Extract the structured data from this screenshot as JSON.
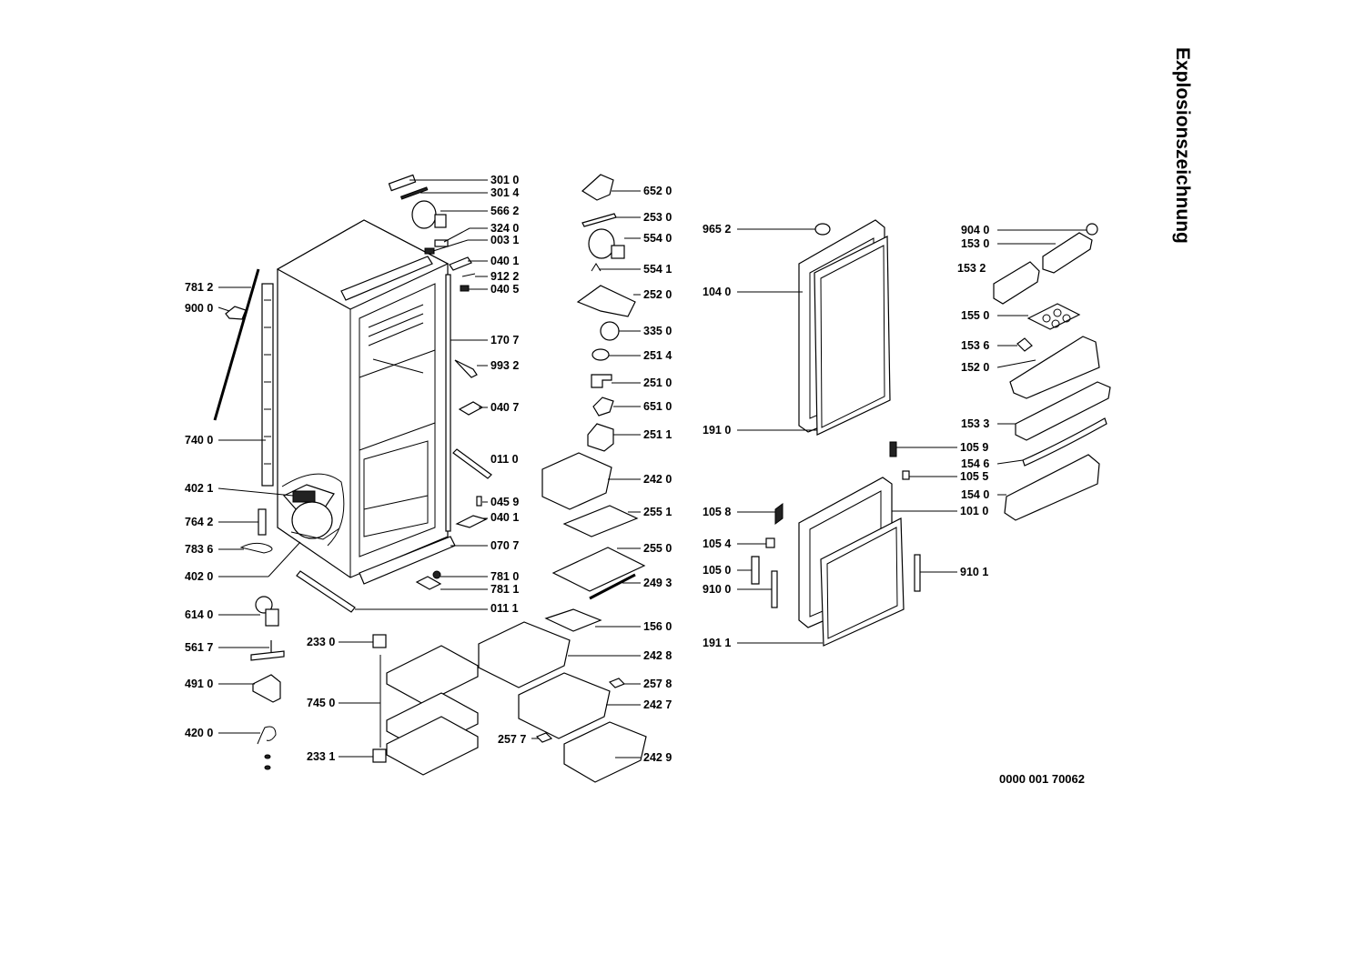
{
  "title": "Explosionszeichnung",
  "document_number": "0000 001 70062",
  "part_labels": {
    "p3010": "301 0",
    "p3014": "301 4",
    "p5662": "566 2",
    "p3240": "324 0",
    "p0031": "003 1",
    "p0401": "040 1",
    "p9122": "912 2",
    "p0405": "040 5",
    "p1707": "170 7",
    "p9932": "993 2",
    "p0407": "040 7",
    "p0110": "011 0",
    "p0459": "045 9",
    "p0401b": "040 1",
    "p0707": "070 7",
    "p7810": "781 0",
    "p7811": "781 1",
    "p0111": "011 1",
    "p6520": "652 0",
    "p2530": "253 0",
    "p5540": "554 0",
    "p5541": "554 1",
    "p2520": "252 0",
    "p3350": "335 0",
    "p2514": "251 4",
    "p2510": "251 0",
    "p6510": "651 0",
    "p2511": "251 1",
    "p2420": "242 0",
    "p2551": "255 1",
    "p2550": "255 0",
    "p2493": "249 3",
    "p1560": "156 0",
    "p2428": "242 8",
    "p2578": "257 8",
    "p2427": "242 7",
    "p2577": "257 7",
    "p2429": "242 9",
    "p7812": "781 2",
    "p9000": "900 0",
    "p7400": "740 0",
    "p4021": "402 1",
    "p7642": "764 2",
    "p7836": "783 6",
    "p4020": "402 0",
    "p6140": "614 0",
    "p5617": "561 7",
    "p4910": "491 0",
    "p4200": "420 0",
    "p2330": "233 0",
    "p7450": "745 0",
    "p2331": "233 1",
    "p9652": "965 2",
    "p1040": "104 0",
    "p1910": "191 0",
    "p1059": "105 9",
    "p1055": "105 5",
    "p1058": "105 8",
    "p1010": "101 0",
    "p1054": "105 4",
    "p1050": "105 0",
    "p9100": "910 0",
    "p9101": "910 1",
    "p1911": "191 1",
    "p9040": "904 0",
    "p1530": "153 0",
    "p1532": "153 2",
    "p1550": "155 0",
    "p1536": "153 6",
    "p1520": "152 0",
    "p1533": "153 3",
    "p1546": "154 6",
    "p1540": "154 0"
  }
}
